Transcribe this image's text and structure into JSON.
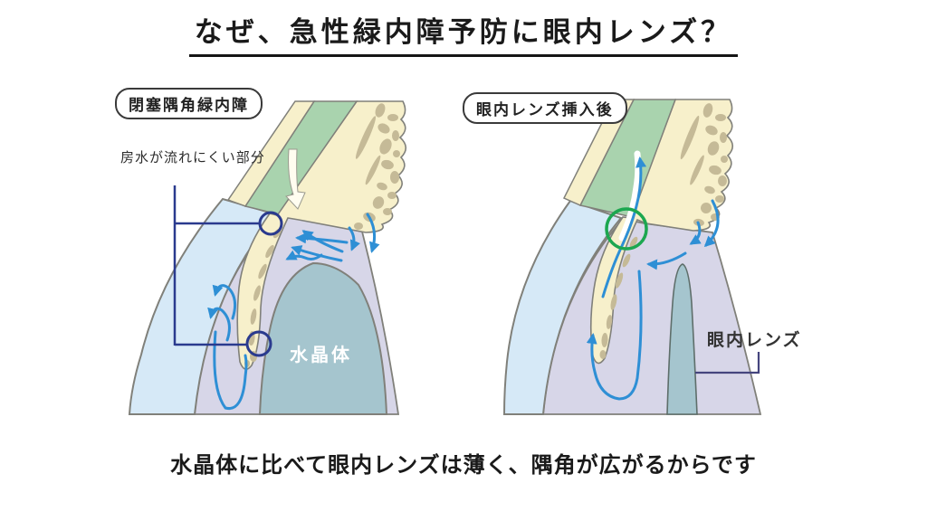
{
  "slide": {
    "title": "なぜ、急性緑内障予防に眼内レンズ？",
    "caption": "水晶体に比べて眼内レンズは薄く、隅角が広がるからです"
  },
  "left_panel": {
    "label": "閉塞隅角緑内障",
    "annotation": "房水が流れにくい部分",
    "lens_label": "水晶体"
  },
  "right_panel": {
    "label": "眼内レンズ挿入後",
    "iol_label": "眼内レンズ"
  },
  "colors": {
    "sclera_green": "#a9d3ae",
    "tissue_cream": "#f7f0cb",
    "tissue_speckle": "#c5ba97",
    "cornea_blue": "#d6e9f7",
    "chamber_lavender": "#d7d6e8",
    "lens_teal": "#a5c5ce",
    "flow_arrow_blue": "#2e8fd5",
    "marker_navy": "#2a3a8e",
    "marker_green": "#1ca750",
    "outline_gray": "#80807a",
    "label_line_indigo": "#45457e",
    "text_black": "#1a1a1a"
  }
}
